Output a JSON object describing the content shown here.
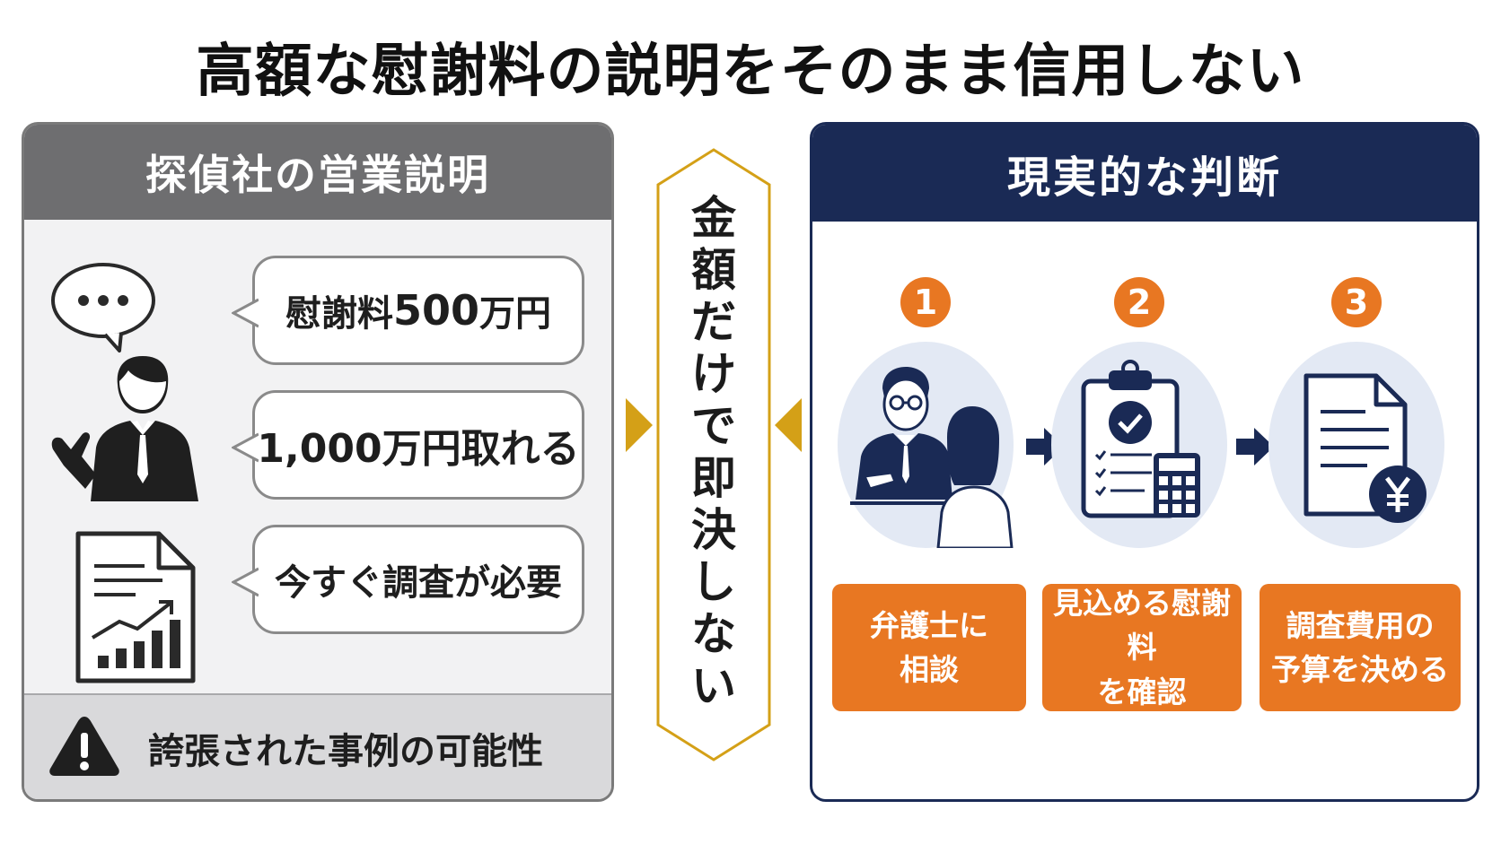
{
  "title": "高額な慰謝料の説明をそのまま信用しない",
  "left": {
    "header": "探偵社の営業説明",
    "bubbles": [
      {
        "text_prefix": "慰謝料",
        "text_number": "500",
        "text_suffix": "万円"
      },
      {
        "text": "1,000万円取れる"
      },
      {
        "text": "今すぐ調査が必要"
      }
    ],
    "footer": "誇張された事例の可能性"
  },
  "center": {
    "text": "金額だけで即決しない"
  },
  "right": {
    "header": "現実的な判断",
    "steps": [
      {
        "num": "1",
        "line1": "弁護士に",
        "line2": "相談"
      },
      {
        "num": "2",
        "line1": "見込める慰謝料",
        "line2": "を確認"
      },
      {
        "num": "3",
        "line1": "調査費用の",
        "line2": "予算を決める"
      }
    ]
  },
  "colors": {
    "navy": "#1a2a55",
    "orange": "#e87722",
    "gray_header": "#6e6e70",
    "gold": "#d4a017",
    "light_blue": "#e3e9f4"
  },
  "icons": [
    "speech-bubble-icon",
    "businessman-icon",
    "document-chart-icon",
    "warning-icon",
    "meeting-icon",
    "clipboard-calculator-icon",
    "document-yen-icon",
    "arrow-right-icon"
  ]
}
